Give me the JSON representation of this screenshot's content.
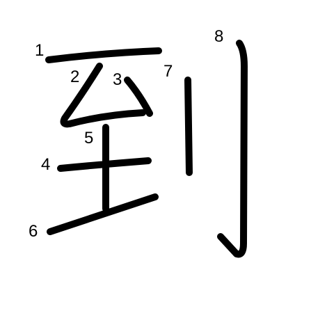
{
  "character": "到",
  "stroke_count": 8,
  "ink_color": "#000000",
  "background_color": "#ffffff",
  "strokes": [
    {
      "order": 1,
      "label": "1"
    },
    {
      "order": 2,
      "label": "2"
    },
    {
      "order": 3,
      "label": "3"
    },
    {
      "order": 4,
      "label": "4"
    },
    {
      "order": 5,
      "label": "5"
    },
    {
      "order": 6,
      "label": "6"
    },
    {
      "order": 7,
      "label": "7"
    },
    {
      "order": 8,
      "label": "8"
    }
  ]
}
